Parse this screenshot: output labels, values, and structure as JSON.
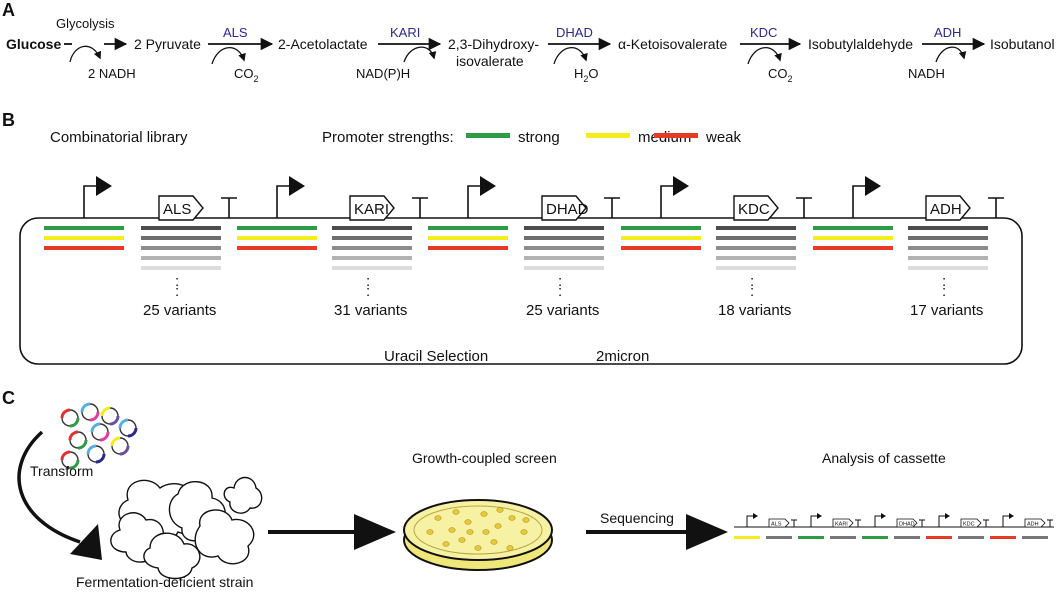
{
  "colors": {
    "strong": "#2e9b46",
    "medium": "#f5ec1c",
    "weak": "#e63a24",
    "enzyme_label": "#2c2a86",
    "variant_bars": [
      "#4d4d4d",
      "#6e6e6e",
      "#8c8c8c",
      "#b3b3b3",
      "#dcdcdc"
    ],
    "petri_fill": "#f7f1a3",
    "colony": "#e7c93a"
  },
  "panel_a": {
    "label": "A",
    "start": "Glucose",
    "glycolysis": "Glycolysis",
    "glycolysis_side": "2 NADH",
    "metabolites": [
      "2 Pyruvate",
      "2-Acetolactate",
      "2,3-Dihydroxy-",
      "isovalerate",
      "α-Ketoisovalerate",
      "Isobutylaldehyde",
      "Isobutanol"
    ],
    "enzymes": [
      "ALS",
      "KARI",
      "DHAD",
      "KDC",
      "ADH"
    ],
    "cofactors": {
      "als": "CO",
      "als_sub": "2",
      "kari": "NAD(P)H",
      "dhad": "H",
      "dhad_sub": "2",
      "dhad_after": "O",
      "kdc": "CO",
      "kdc_sub": "2",
      "adh": "NADH"
    }
  },
  "panel_b": {
    "label": "B",
    "title": "Combinatorial library",
    "legend_title": "Promoter strengths:",
    "legend": [
      {
        "label": "strong",
        "color": "#2e9b46"
      },
      {
        "label": "medium",
        "color": "#f5ec1c"
      },
      {
        "label": "weak",
        "color": "#e63a24"
      }
    ],
    "genes": [
      {
        "name": "ALS",
        "variants": "25 variants"
      },
      {
        "name": "KARI",
        "variants": "31 variants"
      },
      {
        "name": "DHAD",
        "variants": "25 variants"
      },
      {
        "name": "KDC",
        "variants": "18 variants"
      },
      {
        "name": "ADH",
        "variants": "17 variants"
      }
    ],
    "ellipsis": ":",
    "backbone_markers": [
      "Uracil Selection",
      "2micron"
    ]
  },
  "panel_c": {
    "label": "C",
    "transform": "Transform",
    "strain": "Fermentation-deficient strain",
    "screen": "Growth-coupled screen",
    "sequencing": "Sequencing",
    "analysis": "Analysis of cassette",
    "cassette_genes": [
      "ALS",
      "KARI",
      "DHAD",
      "KDC",
      "ADH"
    ],
    "cassette_promoters": [
      "medium",
      "strong",
      "strong",
      "weak",
      "weak"
    ]
  }
}
